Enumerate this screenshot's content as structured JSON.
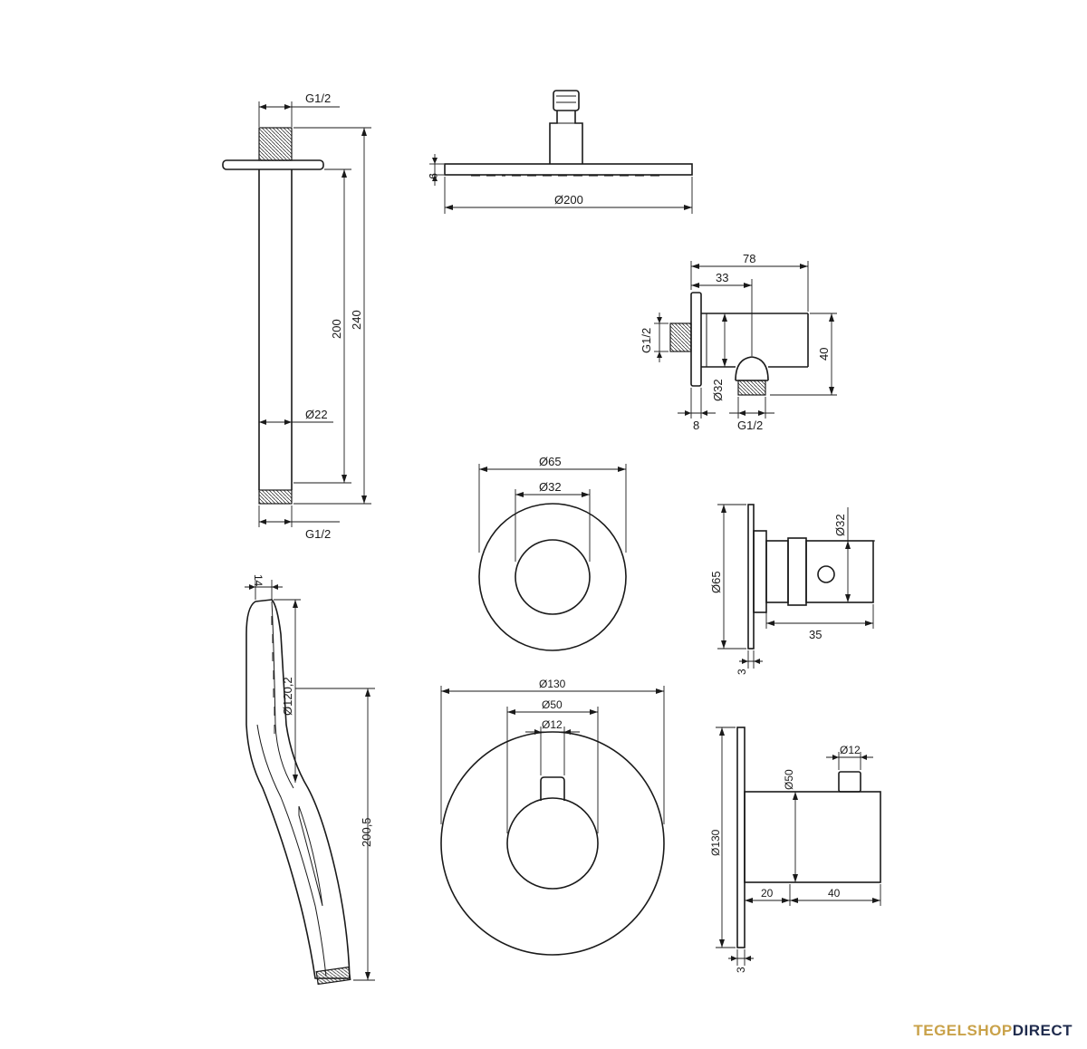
{
  "ceiling_arm": {
    "thread_top": "G1/2",
    "length_inner": "200",
    "length_total": "240",
    "diameter": "Ø22",
    "thread_bottom": "G1/2"
  },
  "rain_shower": {
    "thickness": "9",
    "diameter": "Ø200"
  },
  "wall_outlet": {
    "depth_total": "78",
    "depth_partial": "33",
    "thread_left": "G1/2",
    "height": "40",
    "diameter": "Ø32",
    "plate_thickness": "8",
    "thread_bottom": "G1/2"
  },
  "stop_valve_front": {
    "outer_diameter": "Ø65",
    "inner_diameter": "Ø32"
  },
  "stop_valve_side": {
    "plate_diameter": "Ø65",
    "body_diameter": "Ø32",
    "depth": "35",
    "plate_thickness": "3"
  },
  "hand_shower": {
    "width": "14",
    "head_length": "Ø120,2",
    "total_length": "200,5"
  },
  "thermostat_front": {
    "plate_diameter": "Ø130",
    "knob_diameter": "Ø50",
    "stem_diameter": "Ø12"
  },
  "thermostat_side": {
    "stem_diameter": "Ø12",
    "body_diameter": "Ø50",
    "plate_diameter": "Ø130",
    "offset": "20",
    "depth": "40",
    "plate_thickness": "3"
  },
  "brand": {
    "part1": "TEGELSHOP",
    "part2": "DIRECT"
  }
}
